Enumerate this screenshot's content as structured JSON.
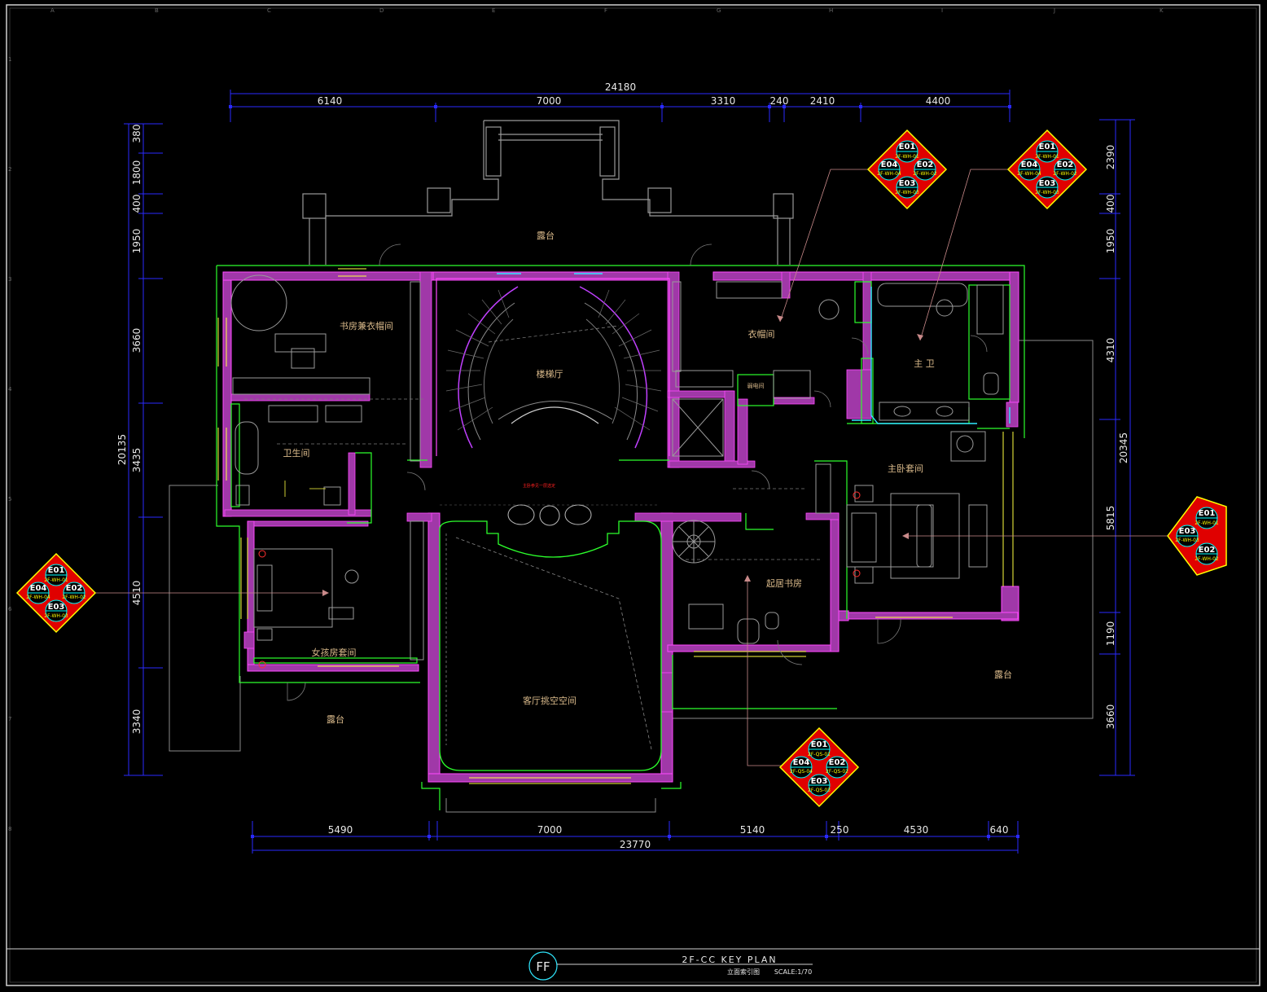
{
  "drawing": {
    "title": "2F-CC KEY PLAN",
    "subtitle": "立面索引图",
    "scale": "SCALE:1/70",
    "ff_mark": "FF"
  },
  "grid_labels": {
    "top": [
      "A",
      "B",
      "C",
      "D",
      "E",
      "F",
      "G",
      "H",
      "I",
      "J",
      "K"
    ],
    "left": [
      "1",
      "2",
      "3",
      "4",
      "5",
      "6",
      "7",
      "8"
    ]
  },
  "dimensions": {
    "top_total": "24180",
    "top_segments": [
      "6140",
      "7000",
      "3310",
      "240",
      "2410",
      "4400"
    ],
    "bottom_total": "23770",
    "bottom_segments": [
      "5490",
      "7000",
      "5140",
      "250",
      "4530",
      "640"
    ],
    "left_total": "20135",
    "left_segments": [
      "380",
      "1800",
      "400",
      "1950",
      "3660",
      "3435",
      "4510",
      "3340"
    ],
    "right_total": "20345",
    "right_segments": [
      "2390",
      "400",
      "1950",
      "4310",
      "5815",
      "1190",
      "3660"
    ]
  },
  "rooms": {
    "terrace_top": "露台",
    "study_cloakroom": "书房兼衣帽间",
    "stair_hall": "楼梯厅",
    "cloakroom": "衣帽间",
    "master_bath": "主 卫",
    "bathroom": "卫生间",
    "master_suite": "主卧套间",
    "living_study": "起居书房",
    "girl_suite": "女孩房套间",
    "living_void": "客厅挑空空间",
    "terrace_left": "露台",
    "terrace_right": "露台",
    "red_note": "主卧参见一层选定",
    "small_label": "弱电间"
  },
  "elevation_tags": [
    {
      "e01": "E01",
      "e02": "E02",
      "e03": "E03",
      "e04": "E04",
      "r01": "2F-WH-01",
      "r02": "2F-WH-02",
      "r03": "2F-WH-03",
      "r04": "2F-WH-04"
    },
    {
      "e01": "E01",
      "e02": "E02",
      "e03": "E03",
      "e04": "E04",
      "r01": "2F-WH-01",
      "r02": "2F-WH-02",
      "r03": "2F-WH-03",
      "r04": "2F-WH-04"
    },
    {
      "e01": "E01",
      "e02": "E02",
      "e03": "E03",
      "r01": "2F-WH-01",
      "r02": "2F-WH-02",
      "r03": "2F-WH-03"
    },
    {
      "e01": "E01",
      "e02": "E02",
      "e03": "E03",
      "e04": "E04",
      "r01": "2F-WH-01",
      "r02": "2F-WH-02",
      "r03": "2F-WH-03",
      "r04": "2F-WH-04"
    },
    {
      "e01": "E01",
      "e02": "E02",
      "e03": "E03",
      "e04": "E04",
      "r01": "2F-QS-01",
      "r02": "2F-QS-02",
      "r03": "2F-QS-03",
      "r04": "2F-QS-04"
    }
  ],
  "colors": {
    "wall": "#b040b0",
    "wall_outline": "#ff44ff",
    "partition": "#00ff00",
    "dimension": "#2020ff",
    "tag_red": "#ff0000",
    "tag_yellow": "#ffff00",
    "glass": "#00ffff",
    "frame": "#ffffff"
  }
}
